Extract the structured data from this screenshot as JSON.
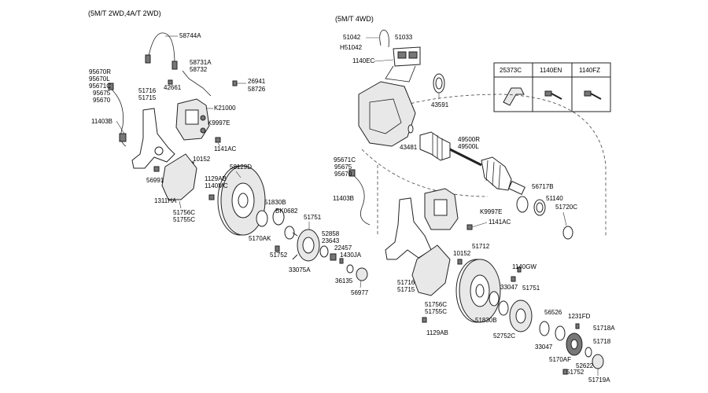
{
  "left_header": "(5M/T 2WD,4A/T 2WD)",
  "right_header": "(5M/T 4WD)",
  "legend": {
    "codes": [
      "25373C",
      "1140EN",
      "1140FZ"
    ]
  },
  "labels": {
    "l_58744A": "58744A",
    "l_58731A": "58731A",
    "l_58732": "58732",
    "l_42661": "42661",
    "l_26941": "26941",
    "l_58726": "58726",
    "l_95670R": "95670R",
    "l_95670L": "95670L",
    "l_95671C": "95671C",
    "l_95675": "95675",
    "l_95670": "95670",
    "l_51716": "51716",
    "l_51715": "51715",
    "l_11403B": "11403B",
    "l_K21000": "K21000",
    "l_K9997E": "K9997E",
    "l_1141AC": "1141AC",
    "l_10152": "10152",
    "l_58129D": "58129D",
    "l_56991": "56991",
    "l_1129AB": "1129AB",
    "l_1140MC": "1140MC",
    "l_1311HA": "1311HA",
    "l_51756C": "51756C",
    "l_51755C": "51755C",
    "l_51830B": "51830B",
    "l_BK0682": "BK0682",
    "l_51751": "51751",
    "l_5170AK": "5170AK",
    "l_52858": "52858",
    "l_23643": "23643",
    "l_22457": "22457",
    "l_1430JA": "1430JA",
    "l_51752": "51752",
    "l_33075A": "33075A",
    "l_36135": "36135",
    "l_56977": "56977",
    "r_51042": "51042",
    "r_H51042": "H51042",
    "r_51033": "51033",
    "r_1140EC": "1140EC",
    "r_43591": "43591",
    "r_43481": "43481",
    "r_49500R": "49500R",
    "r_49500L": "49500L",
    "r_95671C": "95671C",
    "r_95675": "95675",
    "r_95670": "95670",
    "r_11403B": "11403B",
    "r_56717B": "56717B",
    "r_51140": "51140",
    "r_51720C": "51720C",
    "r_K9997E": "K9997E",
    "r_1141AC": "1141AC",
    "r_10152": "10152",
    "r_51712": "51712",
    "r_1140GW": "1140GW",
    "r_51716": "51716",
    "r_51715": "51715",
    "r_33047a": "33047",
    "r_51751": "51751",
    "r_51756C": "51756C",
    "r_51755C": "51755C",
    "r_51830B": "51830B",
    "r_56526": "56526",
    "r_1231FD": "1231FD",
    "r_51718A": "51718A",
    "r_1129AB": "1129AB",
    "r_52752C": "52752C",
    "r_33047b": "33047",
    "r_51718": "51718",
    "r_5170AF": "5170AF",
    "r_52622": "52622",
    "r_51752": "51752",
    "r_51719A": "51719A"
  }
}
